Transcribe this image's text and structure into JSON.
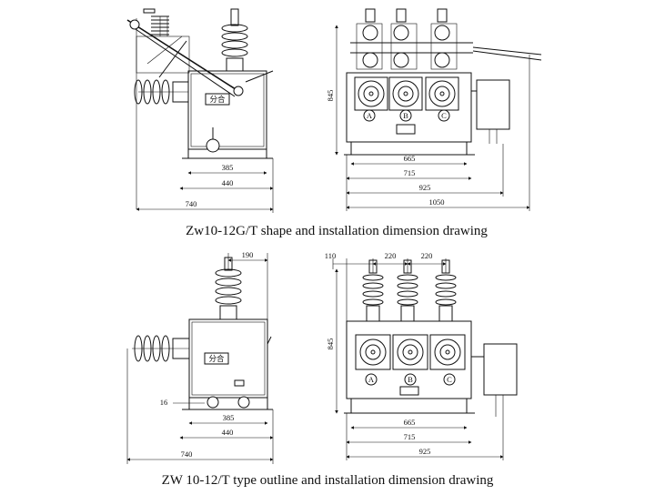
{
  "top": {
    "caption": "Zw10-12G/T shape and installation dimension drawing",
    "side": {
      "dims": [
        "385",
        "440",
        "740"
      ],
      "panel_label": "分合"
    },
    "front": {
      "height_dim": "845",
      "dims": [
        "665",
        "715",
        "925",
        "1050"
      ],
      "phases": [
        "A",
        "B",
        "C"
      ]
    }
  },
  "bottom": {
    "caption": "ZW 10-12/T type outline and installation dimension drawing",
    "side": {
      "top_dim": "190",
      "dims": [
        "385",
        "440",
        "740"
      ],
      "bolt_dim": "16",
      "panel_label": "分合"
    },
    "front": {
      "top_dims": [
        "110",
        "220",
        "220"
      ],
      "height_dim": "845",
      "dims": [
        "665",
        "715",
        "925"
      ],
      "phases": [
        "A",
        "B",
        "C"
      ]
    }
  }
}
